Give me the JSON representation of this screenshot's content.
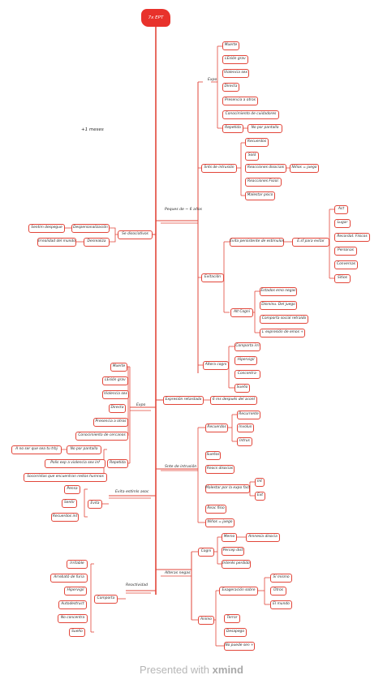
{
  "root": "7x EPT",
  "floating": "+1 meses",
  "footer": {
    "text": "Presented with",
    "brand": "xmind"
  },
  "colors": {
    "line": "#e2463a",
    "root_fill": "#e8322b",
    "text": "#2a2a2a",
    "footer": "#b6b6b6"
  },
  "nodes": [
    {
      "key": "expo1",
      "label": "Expo"
    },
    {
      "key": "muerte1",
      "label": "Muerte"
    },
    {
      "key": "lesion1",
      "label": "LEsión grav"
    },
    {
      "key": "violencia1",
      "label": "Violencia sex"
    },
    {
      "key": "directa1",
      "label": "Directa"
    },
    {
      "key": "presencia1",
      "label": "Presencia a otros"
    },
    {
      "key": "conocimiento1",
      "label": "Conocimiento de cuidadores"
    },
    {
      "key": "repetida1",
      "label": "Repetida"
    },
    {
      "key": "nopantalla1",
      "label": "No por pantalla"
    },
    {
      "key": "intrusion1",
      "label": "Snts de intrusión"
    },
    {
      "key": "recuerdos1",
      "label": "Recuerdos"
    },
    {
      "key": "sold",
      "label": "Sold"
    },
    {
      "key": "reacciones",
      "label": "Reacciones disociais"
    },
    {
      "key": "ninos1",
      "label": "Niños = juego"
    },
    {
      "key": "fisiol",
      "label": "Reacciones Fisiol."
    },
    {
      "key": "malestar1",
      "label": "Malestar psico"
    },
    {
      "key": "pequesb",
      "label": "Peques de ~ 6 años"
    },
    {
      "key": "disociativos",
      "label": "Se disociativos"
    },
    {
      "key": "despersonal",
      "label": "Despersonalización"
    },
    {
      "key": "sentim",
      "label": "Sentim despegue"
    },
    {
      "key": "desrealiza",
      "label": "Desrealiza"
    },
    {
      "key": "irrealidad",
      "label": "Irrealidad del mundo"
    },
    {
      "key": "evitacion",
      "label": "Evitación"
    },
    {
      "key": "evita_pers",
      "label": "Evita persistente de estímulos"
    },
    {
      "key": "esf",
      "label": "E.sf para evitar"
    },
    {
      "key": "act",
      "label": "Act"
    },
    {
      "key": "lugar",
      "label": "Lugar"
    },
    {
      "key": "record_fis",
      "label": "Recordat. Físicos"
    },
    {
      "key": "personas",
      "label": "Personas"
    },
    {
      "key": "conversas",
      "label": "Conversas"
    },
    {
      "key": "sitios",
      "label": "Sitios"
    },
    {
      "key": "alt_cogni",
      "label": "Alt Cogni"
    },
    {
      "key": "estados",
      "label": "Estados emo negas"
    },
    {
      "key": "disminu",
      "label": "Disminu.  Del juego"
    },
    {
      "key": "comporta_soc",
      "label": "Comporta social retraído"
    },
    {
      "key": "expresion_emo",
      "label": "↓ expresión de emos +"
    },
    {
      "key": "altera_cogni",
      "label": "Altera cogni"
    },
    {
      "key": "comporta_irr",
      "label": "Comporta irri"
    },
    {
      "key": "hipervigil1",
      "label": "Hipervigil"
    },
    {
      "key": "concentra1",
      "label": "Concentra-"
    },
    {
      "key": "sueno1",
      "label": "Sueño"
    },
    {
      "key": "expres_ret",
      "label": "Expresión retardada"
    },
    {
      "key": "seis_meses",
      "label": "6 ms después del acont"
    },
    {
      "key": "expo2",
      "label": "Expo"
    },
    {
      "key": "muerte2",
      "label": "Muerte"
    },
    {
      "key": "lesion2",
      "label": "LEsión grav"
    },
    {
      "key": "violencia2",
      "label": "Violencia sex"
    },
    {
      "key": "directa2",
      "label": "Directa"
    },
    {
      "key": "presencia2",
      "label": "Presencia a otros"
    },
    {
      "key": "conocimiento2",
      "label": "Conocimiento de cercanos"
    },
    {
      "key": "repetida2",
      "label": "Repetida"
    },
    {
      "key": "nopantalla2",
      "label": "No por pantalla"
    },
    {
      "key": "amenos",
      "label": "A no ser que sea tu trbj"
    },
    {
      "key": "polis",
      "label": "Polis exp a violencia sex inf"
    },
    {
      "key": "socorristas",
      "label": "Socorristas que encuentran restos humnos"
    },
    {
      "key": "intrusion2",
      "label": "Snte de intrusión"
    },
    {
      "key": "recuerdos2",
      "label": "Recuerdos"
    },
    {
      "key": "recurrente",
      "label": "Recurrente"
    },
    {
      "key": "involun",
      "label": "Involun"
    },
    {
      "key": "intrus",
      "label": "Intrus"
    },
    {
      "key": "suenos",
      "label": "Sueños"
    },
    {
      "key": "reacs",
      "label": "Reacs disocias"
    },
    {
      "key": "malestar2",
      "label": "Malestar por la expo fact"
    },
    {
      "key": "int",
      "label": "Int"
    },
    {
      "key": "ext",
      "label": "Ext"
    },
    {
      "key": "reac_fisio",
      "label": "Reac fisio"
    },
    {
      "key": "ninos2",
      "label": "Niños = juego"
    },
    {
      "key": "evita_estim",
      "label": "Evita estímls asoc"
    },
    {
      "key": "evita",
      "label": "Evita"
    },
    {
      "key": "pensa",
      "label": "Pensa"
    },
    {
      "key": "sentir",
      "label": "Sentir"
    },
    {
      "key": "recuerdos_int",
      "label": "Recuerdos int"
    },
    {
      "key": "alteras_neg",
      "label": "Alteras negas"
    },
    {
      "key": "cogni",
      "label": "Cogni"
    },
    {
      "key": "memo",
      "label": "Memo"
    },
    {
      "key": "amnesia",
      "label": "Amnesia disocia"
    },
    {
      "key": "percep",
      "label": "Percep dist"
    },
    {
      "key": "interes",
      "label": "Interés perdido"
    },
    {
      "key": "animo",
      "label": "Animo"
    },
    {
      "key": "exagera",
      "label": "Exageración sobre"
    },
    {
      "key": "si_mismo",
      "label": "Sí mismo"
    },
    {
      "key": "otros",
      "label": "Otros"
    },
    {
      "key": "el_mundo",
      "label": "El mundo"
    },
    {
      "key": "terror",
      "label": "Terror"
    },
    {
      "key": "desapego",
      "label": "Desapego"
    },
    {
      "key": "no_puede",
      "label": "No puede sen +"
    },
    {
      "key": "reactividad",
      "label": "Reactividad"
    },
    {
      "key": "comporta",
      "label": "Comporta"
    },
    {
      "key": "irritable",
      "label": "Irritable"
    },
    {
      "key": "arrebato",
      "label": "Arrebató de furia"
    },
    {
      "key": "hipervigil2",
      "label": "Hipervigil"
    },
    {
      "key": "autodestruct",
      "label": "Autodestruct"
    },
    {
      "key": "no_concentra",
      "label": "No concentra"
    },
    {
      "key": "sueno2",
      "label": "Sueño"
    }
  ]
}
